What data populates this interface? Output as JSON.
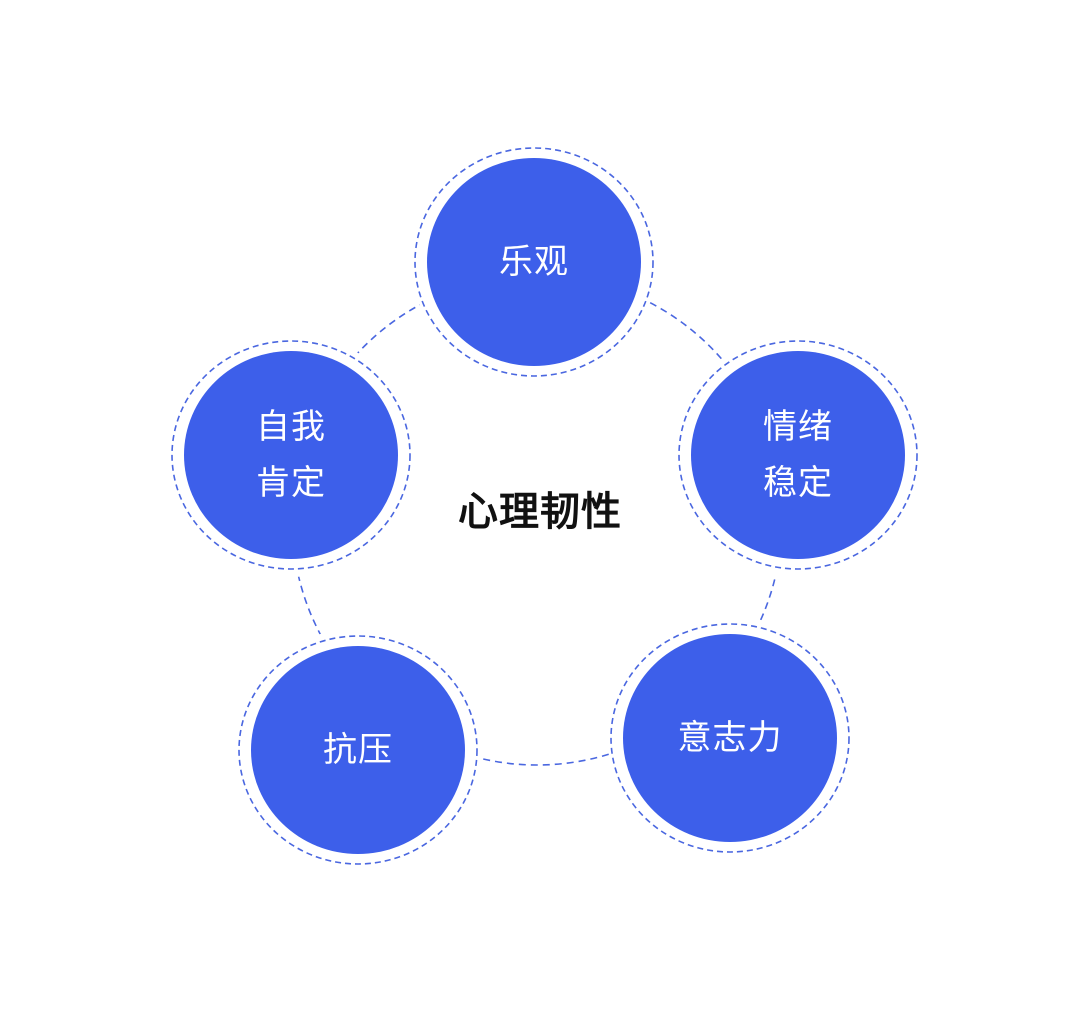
{
  "title": "心理韧性",
  "colors": {
    "node_fill": "#3D5FEA",
    "dashed_stroke": "#4A67E0",
    "title_text": "#111111",
    "node_text": "#FFFFFF"
  },
  "nodes": [
    {
      "id": "optimism",
      "lines": [
        "乐观"
      ]
    },
    {
      "id": "emotional-stability",
      "lines": [
        "情绪",
        "稳定"
      ]
    },
    {
      "id": "willpower",
      "lines": [
        "意志力"
      ]
    },
    {
      "id": "stress-resistance",
      "lines": [
        "抗压"
      ]
    },
    {
      "id": "self-affirmation",
      "lines": [
        "自我",
        "肯定"
      ]
    }
  ]
}
